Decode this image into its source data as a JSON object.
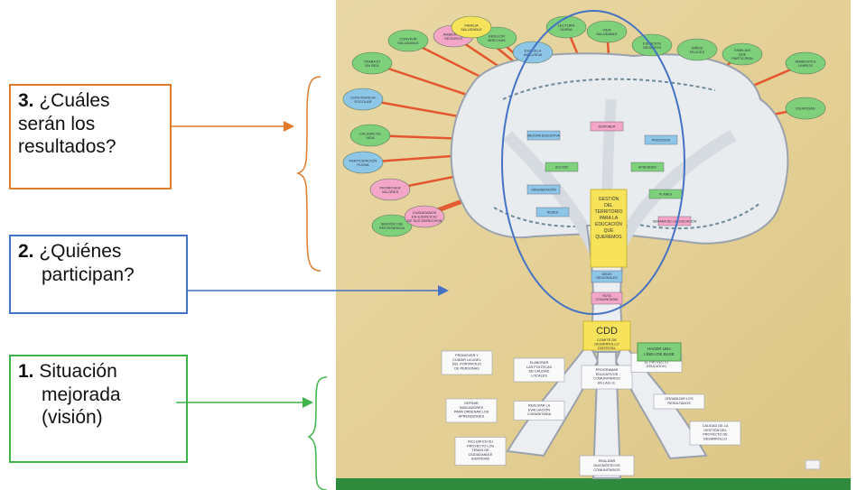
{
  "boxes": {
    "results": {
      "number": "3.",
      "lines": [
        "¿Cuáles",
        "serán los",
        "resultados?"
      ]
    },
    "participants": {
      "number": "2.",
      "lines": [
        "¿Quiénes",
        "participan?"
      ]
    },
    "vision": {
      "number": "1.",
      "lines": [
        "Situación",
        "mejorada",
        "(visión)"
      ]
    }
  },
  "tree": {
    "center_card": [
      "GESTIÓN",
      "DEL",
      "TERRITORIO",
      "PARA LA",
      "EDUCACIÓN",
      "QUE",
      "QUEREMOS"
    ],
    "cdd_title": "CDD",
    "cdd_subtitle": [
      "COMITÉ DE",
      "DESARROLLO",
      "DISTRITAL"
    ],
    "linea_base": [
      "HACER UNA",
      "LÍNEA DE BASE"
    ],
    "root_notes": [
      [
        "PROMOVER Y",
        "CUIDAR LA UGEL",
        "DEL PORTAFOLIO",
        "DE PERSONAS"
      ],
      [
        "DEFINIR",
        "INDICADORES",
        "PARA ORDENAR LOS",
        "APRENDIZAJES"
      ],
      [
        "INCLUIR EN SU",
        "PROYECTO LOS",
        "TEMAS DE",
        "CIUDADANÍA E",
        "IDENTIDAD"
      ],
      [
        "ELABORAR",
        "LAS POLÍTICAS",
        "DE CALIDAD",
        "LOCALES"
      ],
      [
        "REALIZAR LA",
        "EVALUACIÓN",
        "COMUNITARIA"
      ],
      [
        "PROGRAMAS",
        "EDUCATIVOS",
        "COMUNITARIOS",
        "EN LAS I.E."
      ],
      [
        "ACTUALIZAR",
        "EL PROYECTO",
        "EDUCATIVO"
      ],
      [
        "ORGANIZAR LOS",
        "RESULTADOS"
      ],
      [
        "CALIDAD DE LA",
        "GESTIÓN DEL",
        "PROYECTO DE",
        "DESARROLLO"
      ]
    ],
    "roots_bottom": [
      "REALIZAR",
      "DIAGNÓSTICOS",
      "COMUNITARIOS"
    ],
    "trunk_notes": [
      [
        "IDEAS",
        "REGIONALES"
      ],
      [
        "RUTA",
        "COMUNITARIA"
      ]
    ],
    "branch_notes": [
      "MEJORA EDUCATIVA",
      "DISPONER",
      "PROCESOS",
      "ACCIÓN",
      "APRENDER",
      "ORGANIZACIÓN",
      "PLANES",
      "SEMANA DE LA EDUCACIÓN",
      "REDES"
    ],
    "canopy_notes": [
      [
        "CONVIVIR",
        "SALUDABLE"
      ],
      [
        "AMBIENTES",
        "SEGUROS"
      ],
      [
        "REDUCIR",
        "BRECHAS"
      ],
      [
        "ESCUELA",
        "INCLUSIVA"
      ],
      [
        "TRABAJO",
        "EN RED"
      ],
      [
        "CONVIVENCIA",
        "ESCOLAR"
      ],
      [
        "CALIDAD DE",
        "VIDA"
      ],
      [
        "PARTICIPACIÓN",
        "PLENA"
      ],
      [
        "PROMOVER",
        "VALORES"
      ],
      [
        "SENTIDO DE",
        "PERTENENCIA"
      ],
      [
        "CIUDADANOS",
        "EN EJERCICIO",
        "DE SUS DERECHOS"
      ],
      [
        "FAMILIA",
        "SALUDABLE"
      ],
      [
        "LECTURA",
        "DIARIA"
      ],
      [
        "VIDA",
        "SALUDABLE"
      ],
      [
        "ESPACIOS",
        "SEGUROS"
      ],
      [
        "NIÑOS",
        "FELICES"
      ],
      [
        "FAMILIAS",
        "QUE",
        "PARTICIPAN"
      ],
      [
        "AMBIENTES",
        "LIMPIOS"
      ],
      [
        "IDENTIDAD"
      ]
    ]
  },
  "colors": {
    "results": "#E07B2A",
    "participants": "#4472C4",
    "vision": "#3DB34A",
    "wall": "#E6D39E",
    "floor": "#2E8B3E",
    "paper": "#ECEEF2"
  }
}
